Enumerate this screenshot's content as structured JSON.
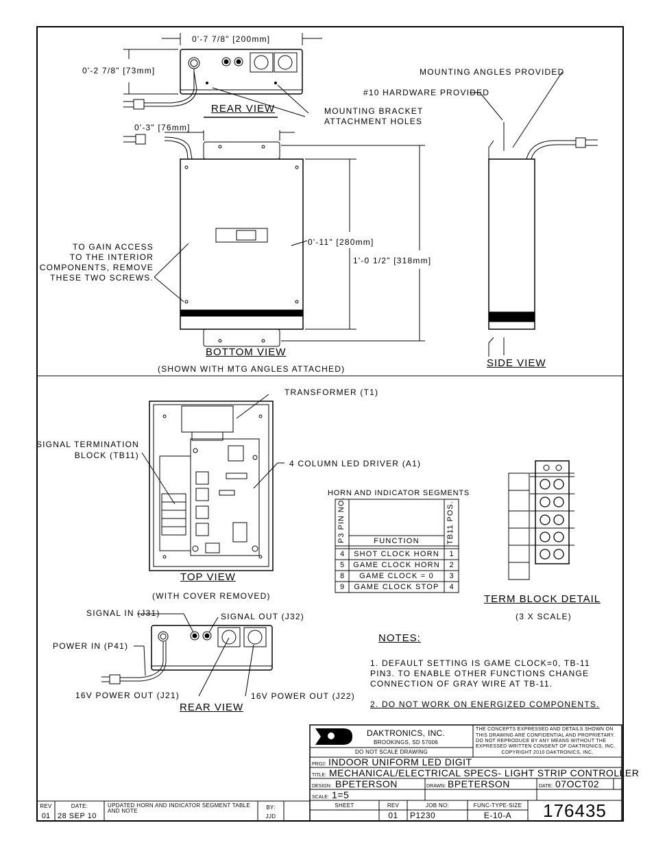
{
  "top_section": {
    "rear_view": {
      "title": "REAR VIEW",
      "width_dim": "0'-7 7/8\" [200mm]",
      "height_dim": "0'-2 7/8\" [73mm]",
      "holes_note": [
        "MOUNTING BRACKET",
        "ATTACHMENT HOLES"
      ]
    },
    "mounting_angles_note": "MOUNTING ANGLES PROVIDED",
    "hardware_note": "#10 HARDWARE PROVIDED",
    "bottom_view": {
      "title": "BOTTOM VIEW",
      "subtitle": "(SHOWN WITH MTG ANGLES ATTACHED)",
      "bracket_dim": "0'-3\" [76mm]",
      "inner_dim": "0'-11\" [280mm]",
      "outer_dim": "1'-0 1/2\" [318mm]",
      "screws_note": [
        "TO GAIN ACCESS",
        "TO THE INTERIOR",
        "COMPONENTS, REMOVE",
        "THESE TWO SCREWS."
      ]
    },
    "side_view": {
      "title": "SIDE VIEW"
    }
  },
  "bottom_section": {
    "top_view": {
      "title": "TOP VIEW",
      "subtitle": "(WITH COVER REMOVED)",
      "transformer_label": "TRANSFORMER (T1)",
      "termination_label": [
        "SIGNAL TERMINATION",
        "BLOCK (TB11)"
      ],
      "driver_label": "4 COLUMN LED DRIVER (A1)"
    },
    "segments_table": {
      "title": "HORN AND INDICATOR SEGMENTS",
      "headers": {
        "pin": "P3 PIN NO.",
        "function": "FUNCTION",
        "pos": "TB11 POS."
      },
      "rows": [
        {
          "pin": "4",
          "function": "SHOT CLOCK HORN",
          "pos": "1"
        },
        {
          "pin": "5",
          "function": "GAME CLOCK HORN",
          "pos": "2"
        },
        {
          "pin": "8",
          "function": "GAME CLOCK = 0",
          "pos": "3"
        },
        {
          "pin": "9",
          "function": "GAME CLOCK STOP",
          "pos": "4"
        }
      ]
    },
    "term_block": {
      "title": "TERM BLOCK DETAIL",
      "subtitle": "(3 X SCALE)"
    },
    "rear_view": {
      "title": "REAR VIEW",
      "signal_in": "SIGNAL IN (J31)",
      "signal_out": "SIGNAL OUT (J32)",
      "power_in": "POWER IN (P41)",
      "power_out_1": "16V POWER OUT (J21)",
      "power_out_2": "16V POWER OUT (J22)"
    },
    "notes": {
      "title": "NOTES:",
      "note1": [
        "1. DEFAULT SETTING IS GAME CLOCK=0, TB-11",
        "PIN3. TO ENABLE OTHER FUNCTIONS CHANGE",
        "CONNECTION OF GRAY WIRE AT TB-11."
      ],
      "note2": "2.  DO NOT WORK ON ENERGIZED COMPONENTS."
    }
  },
  "title_block": {
    "company": "DAKTRONICS, INC.",
    "logo_text": "D",
    "location": "BROOKINGS, SD   57006",
    "do_not_scale": "DO NOT SCALE DRAWING",
    "confidential": [
      "THE CONCEPTS EXPRESSED AND DETAILS SHOWN ON",
      "THIS DRAWING ARE CONFIDENTIAL AND PROPRIETARY.",
      "DO NOT REPRODUCE BY ANY MEANS WITHOUT THE",
      "EXPRESSED WRITTEN CONSENT OF DAKTRONICS, INC.",
      "COPYRIGHT 2010 DAKTRONICS, INC."
    ],
    "proj_label": "PROJ:",
    "proj": "INDOOR UNIFORM LED DIGIT",
    "title_label": "TITLE:",
    "title": "MECHANICAL/ELECTRICAL SPECS- LIGHT STRIP CONTROLLER",
    "design_label": "DESIGN:",
    "design": "BPETERSON",
    "drawn_label": "DRAWN:",
    "drawn": "BPETERSON",
    "date_label": "DATE:",
    "date": "07OCT02",
    "scale_label": "SCALE:",
    "scale": "1=5",
    "sheet_label": "SHEET",
    "rev_label": "REV",
    "rev": "01",
    "job_label": "JOB NO:",
    "job": "P1230",
    "fts_label": "FUNC-TYPE-SIZE",
    "fts": "E-10-A",
    "drawing_number": "176435"
  },
  "revision_block": {
    "rev_label": "REV",
    "rev": "01",
    "date_label": "DATE:",
    "date": "28 SEP 10",
    "description": [
      "UPDATED HORN AND INDICATOR SEGMENT TABLE",
      "AND   NOTE"
    ],
    "by_label": "BY:",
    "by": "JJD"
  }
}
